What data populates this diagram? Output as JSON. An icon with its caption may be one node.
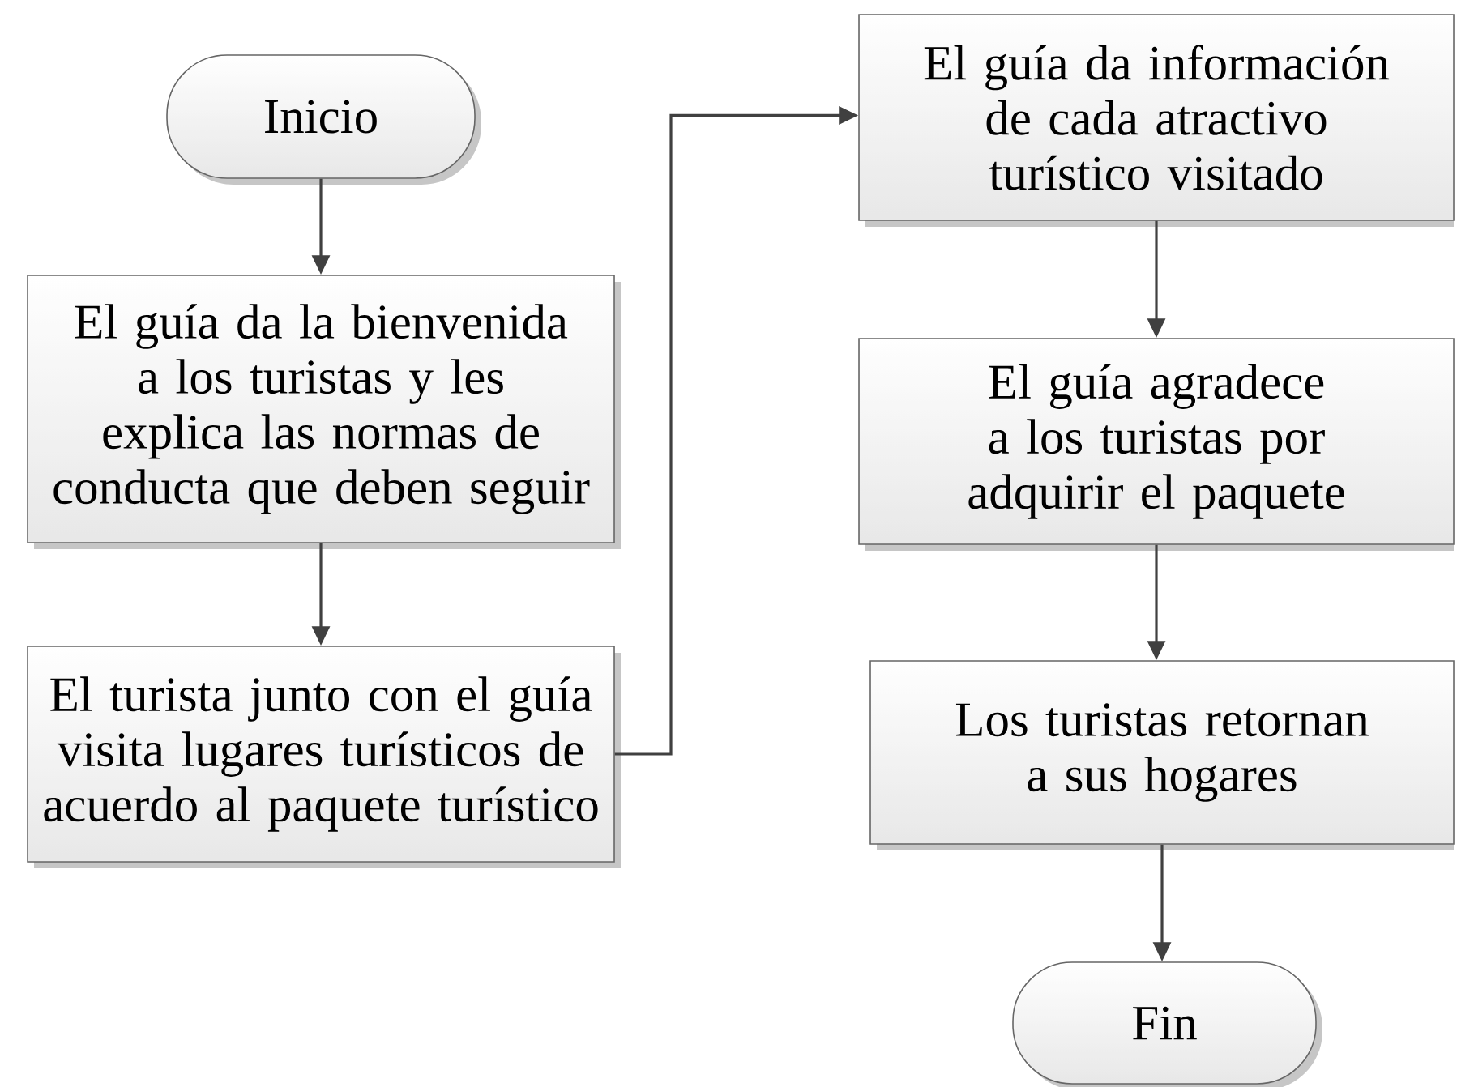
{
  "diagram": {
    "nodes": [
      {
        "text": [
          "Inicio"
        ]
      },
      {
        "text": [
          "El guía da la bienvenida a los turistas y les explica las normas de conducta que deben seguir"
        ]
      },
      {
        "text": [
          "El turista junto con el guía visita lugares turísticos de acuerdo al paquete turístico"
        ]
      },
      {
        "text": [
          "El guía da información de cada atractivo turístico visitado"
        ]
      },
      {
        "text": [
          "El guía agradece a los turistas por adquirir el paquete"
        ]
      },
      {
        "text": [
          "Los turistas retornan a sus hogares"
        ]
      },
      {
        "text": [
          "Fin"
        ]
      }
    ],
    "edges": [
      {
        "from": 0,
        "to": 1,
        "arrow": "to"
      },
      {
        "from": 1,
        "to": 2,
        "arrow": "to"
      },
      {
        "from": 2,
        "to": 3,
        "arrow": "to"
      },
      {
        "from": 3,
        "to": 4,
        "arrow": "to"
      },
      {
        "from": 4,
        "to": 5,
        "arrow": "to"
      },
      {
        "from": 5,
        "to": 6,
        "arrow": "to"
      }
    ]
  }
}
